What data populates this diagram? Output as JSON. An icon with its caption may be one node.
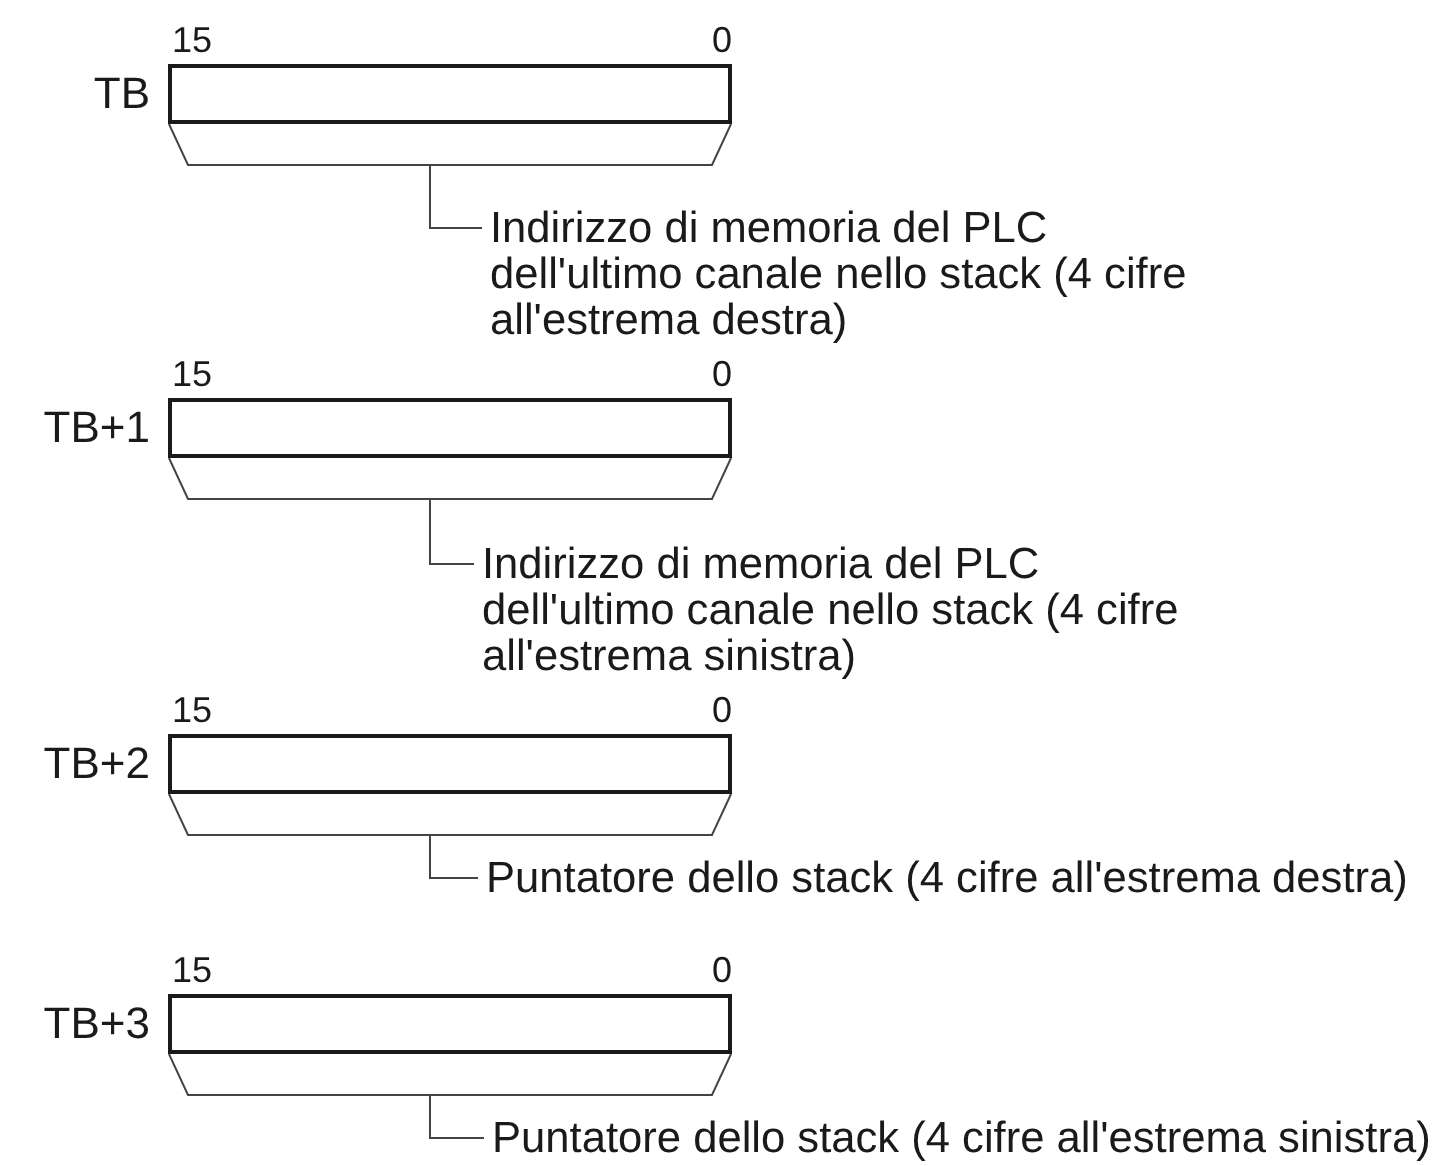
{
  "diagram": {
    "nodes": [
      {
        "text": [
          "TB"
        ]
      },
      {
        "text": [
          "Indirizzo di memoria del PLC dell'ultimo canale nello stack (4 cifre all'estrema destra)"
        ]
      },
      {
        "text": [
          "TB+1"
        ]
      },
      {
        "text": [
          "Indirizzo di memoria del PLC dell'ultimo canale nello stack (4 cifre all'estrema sinistra)"
        ]
      },
      {
        "text": [
          "TB+2"
        ]
      },
      {
        "text": [
          "Puntatore dello stack (4 cifre all'estrema destra)"
        ]
      },
      {
        "text": [
          "TB+3"
        ]
      },
      {
        "text": [
          "Puntatore dello stack (4 cifre all'estrema sinistra)"
        ]
      }
    ],
    "edges": [
      {
        "from": 1,
        "to": 0,
        "arrow": "none"
      },
      {
        "from": 3,
        "to": 2,
        "arrow": "none"
      },
      {
        "from": 5,
        "to": 4,
        "arrow": "none"
      },
      {
        "from": 7,
        "to": 6,
        "arrow": "none"
      }
    ],
    "labels": [
      "15",
      "0",
      "15",
      "0",
      "15",
      "0",
      "15",
      "0"
    ]
  }
}
